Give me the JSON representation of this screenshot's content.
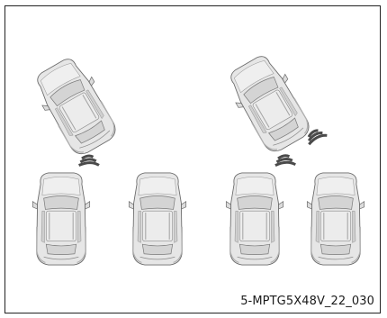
{
  "figure": {
    "code": "5-MPTG5X48V_22_030"
  },
  "colors": {
    "car_body": "#e6e6e6",
    "car_shadow": "#c9c9c9",
    "car_outline": "#6b6b6b",
    "window": "#d4d4d4",
    "sensor_wave": "#4a4a4a",
    "border": "#222222"
  },
  "scenes": [
    {
      "name": "left-scene",
      "moving_car": "tilted",
      "sensor_waves": 1,
      "parked_cars": 2
    },
    {
      "name": "right-scene",
      "moving_car": "tilted",
      "sensor_waves": 2,
      "parked_cars": 2
    }
  ]
}
